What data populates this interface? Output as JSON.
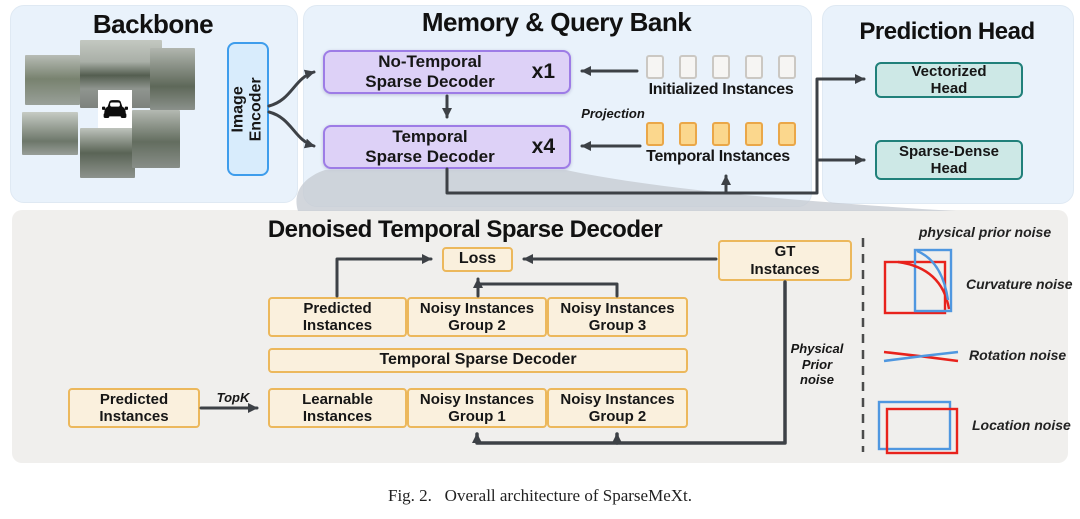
{
  "backbone": {
    "title": "Backbone",
    "image_encoder": "Image\nEncoder"
  },
  "memory_bank": {
    "title": "Memory & Query Bank",
    "no_temporal_decoder": "No-Temporal\nSparse Decoder",
    "no_temporal_mult": "x1",
    "temporal_decoder": "Temporal\nSparse Decoder",
    "temporal_mult": "x4",
    "projection": "Projection",
    "initialized_instances": "Initialized Instances",
    "temporal_instances": "Temporal Instances",
    "initialized_count": 5,
    "temporal_count": 5
  },
  "prediction_head": {
    "title": "Prediction Head",
    "vectorized": "Vectorized\nHead",
    "sparse_dense": "Sparse-Dense\nHead"
  },
  "denoised": {
    "title": "Denoised Temporal Sparse Decoder",
    "loss": "Loss",
    "gt": "GT\nInstances",
    "predicted_top": "Predicted\nInstances",
    "noisy_g2_top": "Noisy Instances\nGroup 2",
    "noisy_g3_top": "Noisy Instances\nGroup 3",
    "decoder": "Temporal Sparse Decoder",
    "learnable": "Learnable\nInstances",
    "noisy_g1": "Noisy Instances\nGroup 1",
    "noisy_g2_bottom": "Noisy Instances\nGroup 2",
    "predicted_input": "Predicted\nInstances",
    "topk": "TopK",
    "physical_prior": "Physical\nPrior\nnoise"
  },
  "legend": {
    "title": "physical prior noise",
    "curvature": "Curvature noise",
    "rotation": "Rotation noise",
    "location": "Location noise"
  },
  "caption": "Fig. 2.   Overall architecture of SparseMeXt.",
  "colors": {
    "panel_blue": "#e9f2fb",
    "panel_gray": "#f0efed",
    "decoder_purple_fill": "#ddd1f7",
    "decoder_purple_border": "#9d7ce6",
    "encoder_blue_fill": "#d8ecfc",
    "encoder_blue_border": "#3e9dec",
    "head_teal_fill": "#cde8e6",
    "head_teal_border": "#20807a",
    "instance_orange_fill": "#fbd78d",
    "instance_orange_border": "#eaa748",
    "cream_fill": "#faf0dd",
    "cream_border": "#ecb85c",
    "arrow": "#3d4146",
    "noise_red": "#e8221c",
    "noise_blue": "#4f97e0"
  }
}
